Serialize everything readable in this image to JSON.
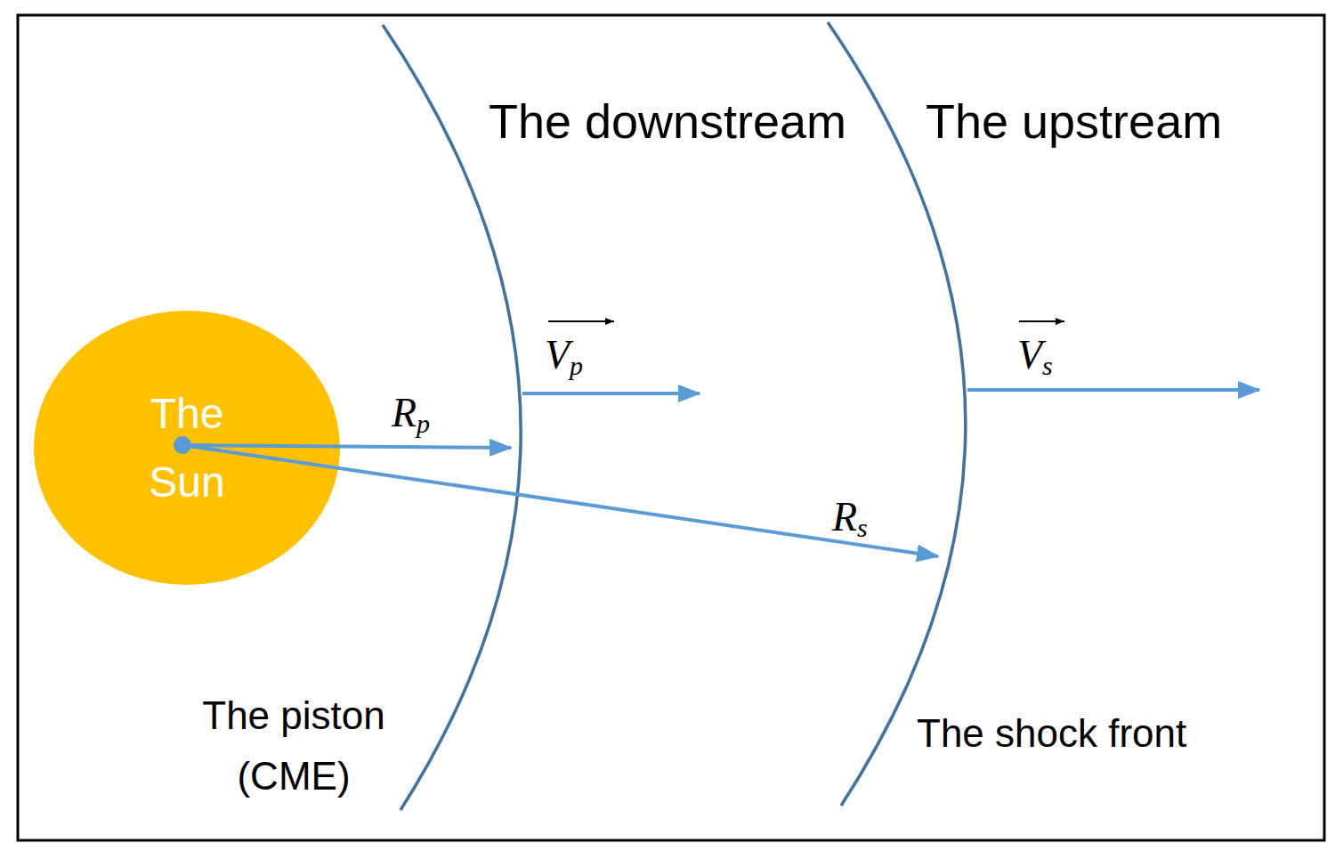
{
  "diagram": {
    "nodes": [
      {
        "text": [
          "The Sun"
        ]
      }
    ],
    "labels": [
      "The downstream",
      "The upstream",
      "Rp",
      "Vp",
      "Rs",
      "Vs",
      "The piston (CME)",
      "The shock front"
    ]
  }
}
